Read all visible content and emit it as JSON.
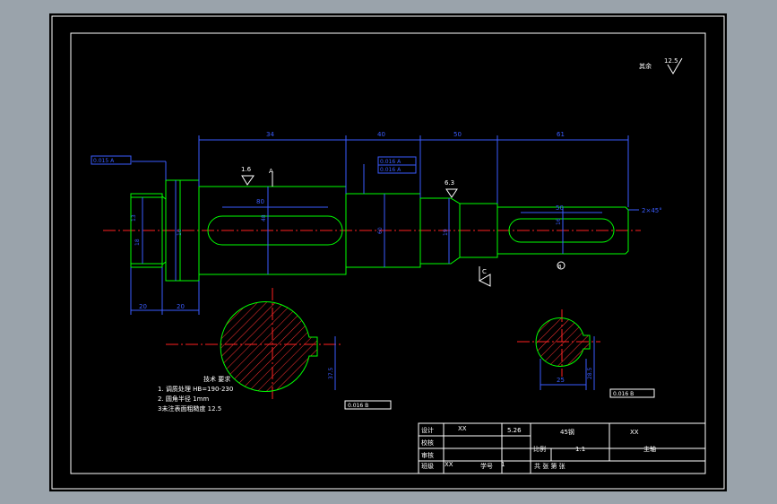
{
  "colors": {
    "background": "#9aa3ab",
    "canvas": "#000000",
    "frame": "#ffffff",
    "outline": "#00ff00",
    "dimension": "#3a5cff",
    "centerline": "#ff2020",
    "hatch": "#ff3030",
    "text": "#ffffff"
  },
  "roughness_note": {
    "label": "其余",
    "value": "12.5"
  },
  "dimensions": {
    "top": [
      "34",
      "40",
      "50",
      "61"
    ],
    "bottom": [
      "20",
      "20"
    ],
    "keyway_lengths": [
      "80",
      "50"
    ],
    "chamfer": "2×45°",
    "section_width": "25",
    "inner_left": [
      "13",
      "18",
      "10",
      "48",
      "60"
    ],
    "inner_right": [
      "19",
      "16"
    ],
    "section_depths": [
      "37.5",
      "28.5"
    ]
  },
  "roughness_marks": [
    "1.6",
    "6.3"
  ],
  "tolerance_frames": {
    "left_top": "0.015 A",
    "middle_top": [
      "0.016 A",
      "0.016 A"
    ],
    "section_left": "0.016 B",
    "section_right": "0.016 B"
  },
  "datum_labels": [
    "A",
    "B",
    "C"
  ],
  "tech_requirements": {
    "title": "技术 要求",
    "items": [
      "1. 调质处理 HB=190-230",
      "2. 圆角半径 1mm",
      "3未注表面粗糙度 12.5"
    ]
  },
  "title_block": {
    "row1": {
      "label": "设计",
      "name": "XX",
      "date": "5.26",
      "material": "45钢",
      "company": "XX"
    },
    "row2": {
      "label": "校核"
    },
    "row3": {
      "label": "审核",
      "scale_label": "比例",
      "scale_value": "1:1",
      "part_name": "主轴"
    },
    "row4": {
      "label": "班级",
      "class_value": "XX",
      "id_label": "学号",
      "id_value": "1",
      "sheets": "共  张 第  张"
    }
  }
}
